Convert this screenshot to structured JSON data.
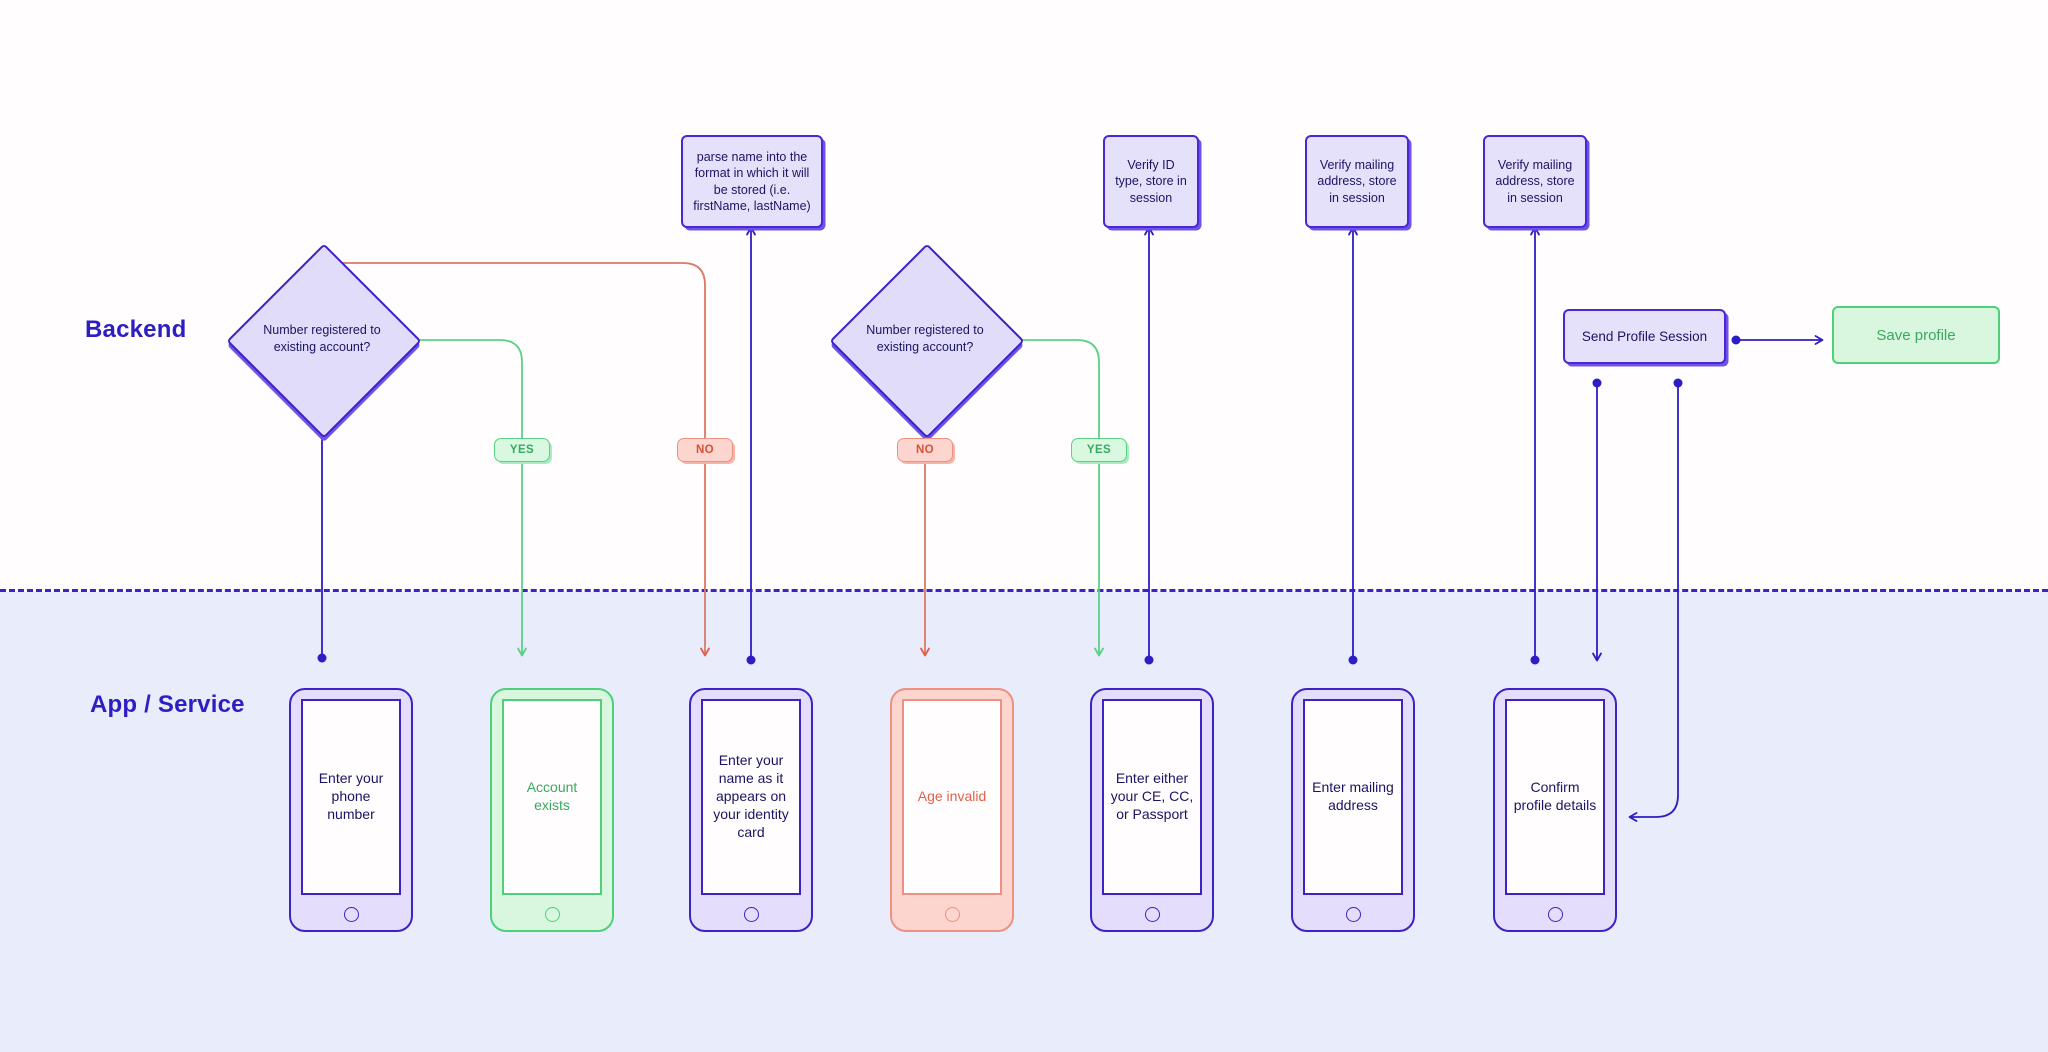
{
  "lanes": [
    {
      "id": "backend",
      "label": "Backend"
    },
    {
      "id": "app",
      "label": "App / Service"
    }
  ],
  "colors": {
    "purple": "#3d22c8",
    "purple_fill": "#e6e1fb",
    "green": "#4ed07a",
    "green_fill": "#d8f7de",
    "green_text": "#3aa85f",
    "red": "#ef9182",
    "red_fill": "#fbd5ce",
    "red_text": "#d8503a",
    "lane_app_bg": "#e8ecfb",
    "canvas_bg": "#fffdfd"
  },
  "backend": {
    "process_boxes": [
      {
        "id": "parse-name",
        "text": "parse name into the format in which it will be stored (i.e. firstName, lastName)"
      },
      {
        "id": "verify-id-type",
        "text": "Verify ID type, store in session"
      },
      {
        "id": "verify-mailing-1",
        "text": "Verify mailing address, store in session"
      },
      {
        "id": "verify-mailing-2",
        "text": "Verify mailing address, store in session"
      },
      {
        "id": "send-profile-session",
        "text": "Send Profile Session"
      }
    ],
    "decisions": [
      {
        "id": "decision-1",
        "text": "Number registered to existing account?"
      },
      {
        "id": "decision-2",
        "text": "Number registered to existing account?"
      }
    ],
    "terminal": {
      "id": "save-profile",
      "text": "Save profile"
    }
  },
  "branch_labels": [
    {
      "id": "yes-1",
      "text": "YES",
      "type": "yes"
    },
    {
      "id": "no-1",
      "text": "NO",
      "type": "no"
    },
    {
      "id": "no-2",
      "text": "NO",
      "type": "no"
    },
    {
      "id": "yes-2",
      "text": "YES",
      "type": "yes"
    }
  ],
  "app": {
    "screens": [
      {
        "id": "enter-phone-number",
        "text": "Enter your phone number",
        "theme": "purple"
      },
      {
        "id": "account-exists",
        "text": "Account exists",
        "theme": "green"
      },
      {
        "id": "enter-name",
        "text": "Enter your name as it appears on your identity card",
        "theme": "purple"
      },
      {
        "id": "age-invalid",
        "text": "Age invalid",
        "theme": "red"
      },
      {
        "id": "enter-id-document",
        "text": "Enter either your CE, CC, or Passport",
        "theme": "purple"
      },
      {
        "id": "enter-mailing-address",
        "text": "Enter mailing address",
        "theme": "purple"
      },
      {
        "id": "confirm-profile-details",
        "text": "Confirm profile details",
        "theme": "purple"
      }
    ]
  }
}
